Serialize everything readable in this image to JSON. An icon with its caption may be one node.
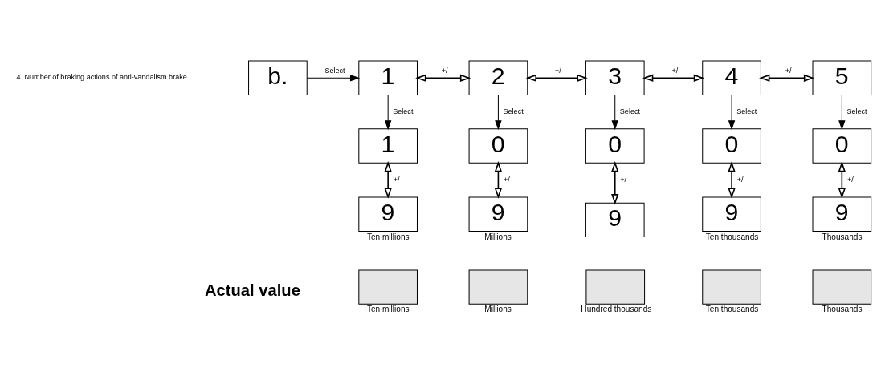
{
  "diagram": {
    "nodes": [
      {
        "text": [
          "b."
        ]
      },
      {
        "text": [
          "1"
        ]
      },
      {
        "text": [
          "2"
        ]
      },
      {
        "text": [
          "3"
        ]
      },
      {
        "text": [
          "4"
        ]
      },
      {
        "text": [
          "5"
        ]
      },
      {
        "text": [
          "1"
        ]
      },
      {
        "text": [
          "0"
        ]
      },
      {
        "text": [
          "0"
        ]
      },
      {
        "text": [
          "0"
        ]
      },
      {
        "text": [
          "0"
        ]
      },
      {
        "text": [
          "9"
        ],
        "beside": [
          "Ten millions"
        ]
      },
      {
        "text": [
          "9"
        ],
        "beside": [
          "Millions"
        ]
      },
      {
        "text": [
          "9"
        ]
      },
      {
        "text": [
          "9"
        ],
        "beside": [
          "Ten thousands"
        ]
      },
      {
        "text": [
          "9"
        ],
        "beside": [
          "Thousands"
        ]
      },
      {
        "text": [],
        "shape": "box",
        "beside": [
          "Ten millions"
        ]
      },
      {
        "text": [],
        "shape": "box",
        "beside": [
          "Millions"
        ]
      },
      {
        "text": [],
        "shape": "box",
        "beside": [
          "Hundred thousands"
        ]
      },
      {
        "text": [],
        "shape": "box",
        "beside": [
          "Ten thousands"
        ]
      },
      {
        "text": [],
        "shape": "box",
        "beside": [
          "Thousands"
        ]
      }
    ],
    "edges": [
      {
        "from": 0,
        "to": 1,
        "arrow": "to",
        "label": "Select"
      },
      {
        "from": 1,
        "to": 2,
        "arrow": "both",
        "label": "+/-"
      },
      {
        "from": 2,
        "to": 3,
        "arrow": "both",
        "label": "+/-"
      },
      {
        "from": 3,
        "to": 4,
        "arrow": "both",
        "label": "+/-"
      },
      {
        "from": 4,
        "to": 5,
        "arrow": "both",
        "label": "+/-"
      },
      {
        "from": 1,
        "to": 6,
        "arrow": "to",
        "label": "Select"
      },
      {
        "from": 2,
        "to": 7,
        "arrow": "to",
        "label": "Select"
      },
      {
        "from": 3,
        "to": 8,
        "arrow": "to",
        "label": "Select"
      },
      {
        "from": 4,
        "to": 9,
        "arrow": "to",
        "label": "Select"
      },
      {
        "from": 5,
        "to": 10,
        "arrow": "to",
        "label": "Select"
      },
      {
        "from": 6,
        "to": 11,
        "arrow": "both",
        "label": "+/-"
      },
      {
        "from": 7,
        "to": 12,
        "arrow": "both",
        "label": "+/-"
      },
      {
        "from": 8,
        "to": 13,
        "arrow": "both",
        "label": "+/-"
      },
      {
        "from": 9,
        "to": 14,
        "arrow": "both",
        "label": "+/-"
      },
      {
        "from": 10,
        "to": 15,
        "arrow": "both",
        "label": "+/-"
      }
    ],
    "labels": [
      "4. Number of braking actions of anti-vandalism brake",
      "Actual value"
    ]
  }
}
